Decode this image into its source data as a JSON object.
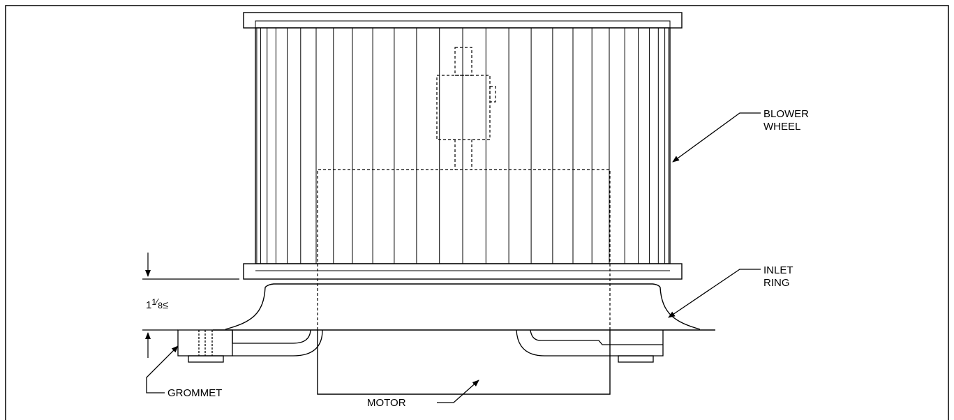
{
  "labels": {
    "blower_wheel_line1": "BLOWER",
    "blower_wheel_line2": "WHEEL",
    "inlet_ring_line1": "INLET",
    "inlet_ring_line2": "RING",
    "grommet": "GROMMET",
    "motor": "MOTOR"
  },
  "dimension": {
    "whole": "1",
    "numerator": "1",
    "denominator": "8",
    "suffix": "≤"
  }
}
